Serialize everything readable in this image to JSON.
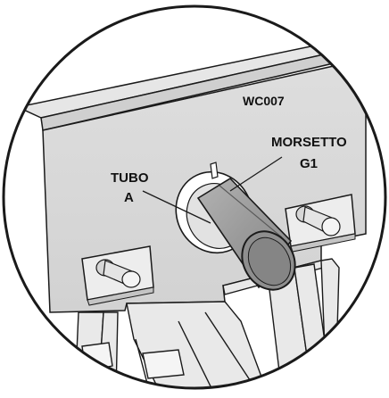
{
  "figure": {
    "code": "WC007",
    "callouts": {
      "tube": {
        "line1": "TUBO",
        "line2": "A"
      },
      "clamp": {
        "line1": "MORSETTO",
        "line2": "G1"
      }
    }
  },
  "colors": {
    "outline": "#1a1a1a",
    "panel": "#d9d9d9",
    "panel_top": "#c9c9c9",
    "tube_body": "#9c9c9c",
    "tube_end": "#7f7f7f",
    "ring": "#ffffff",
    "background": "#ffffff"
  }
}
